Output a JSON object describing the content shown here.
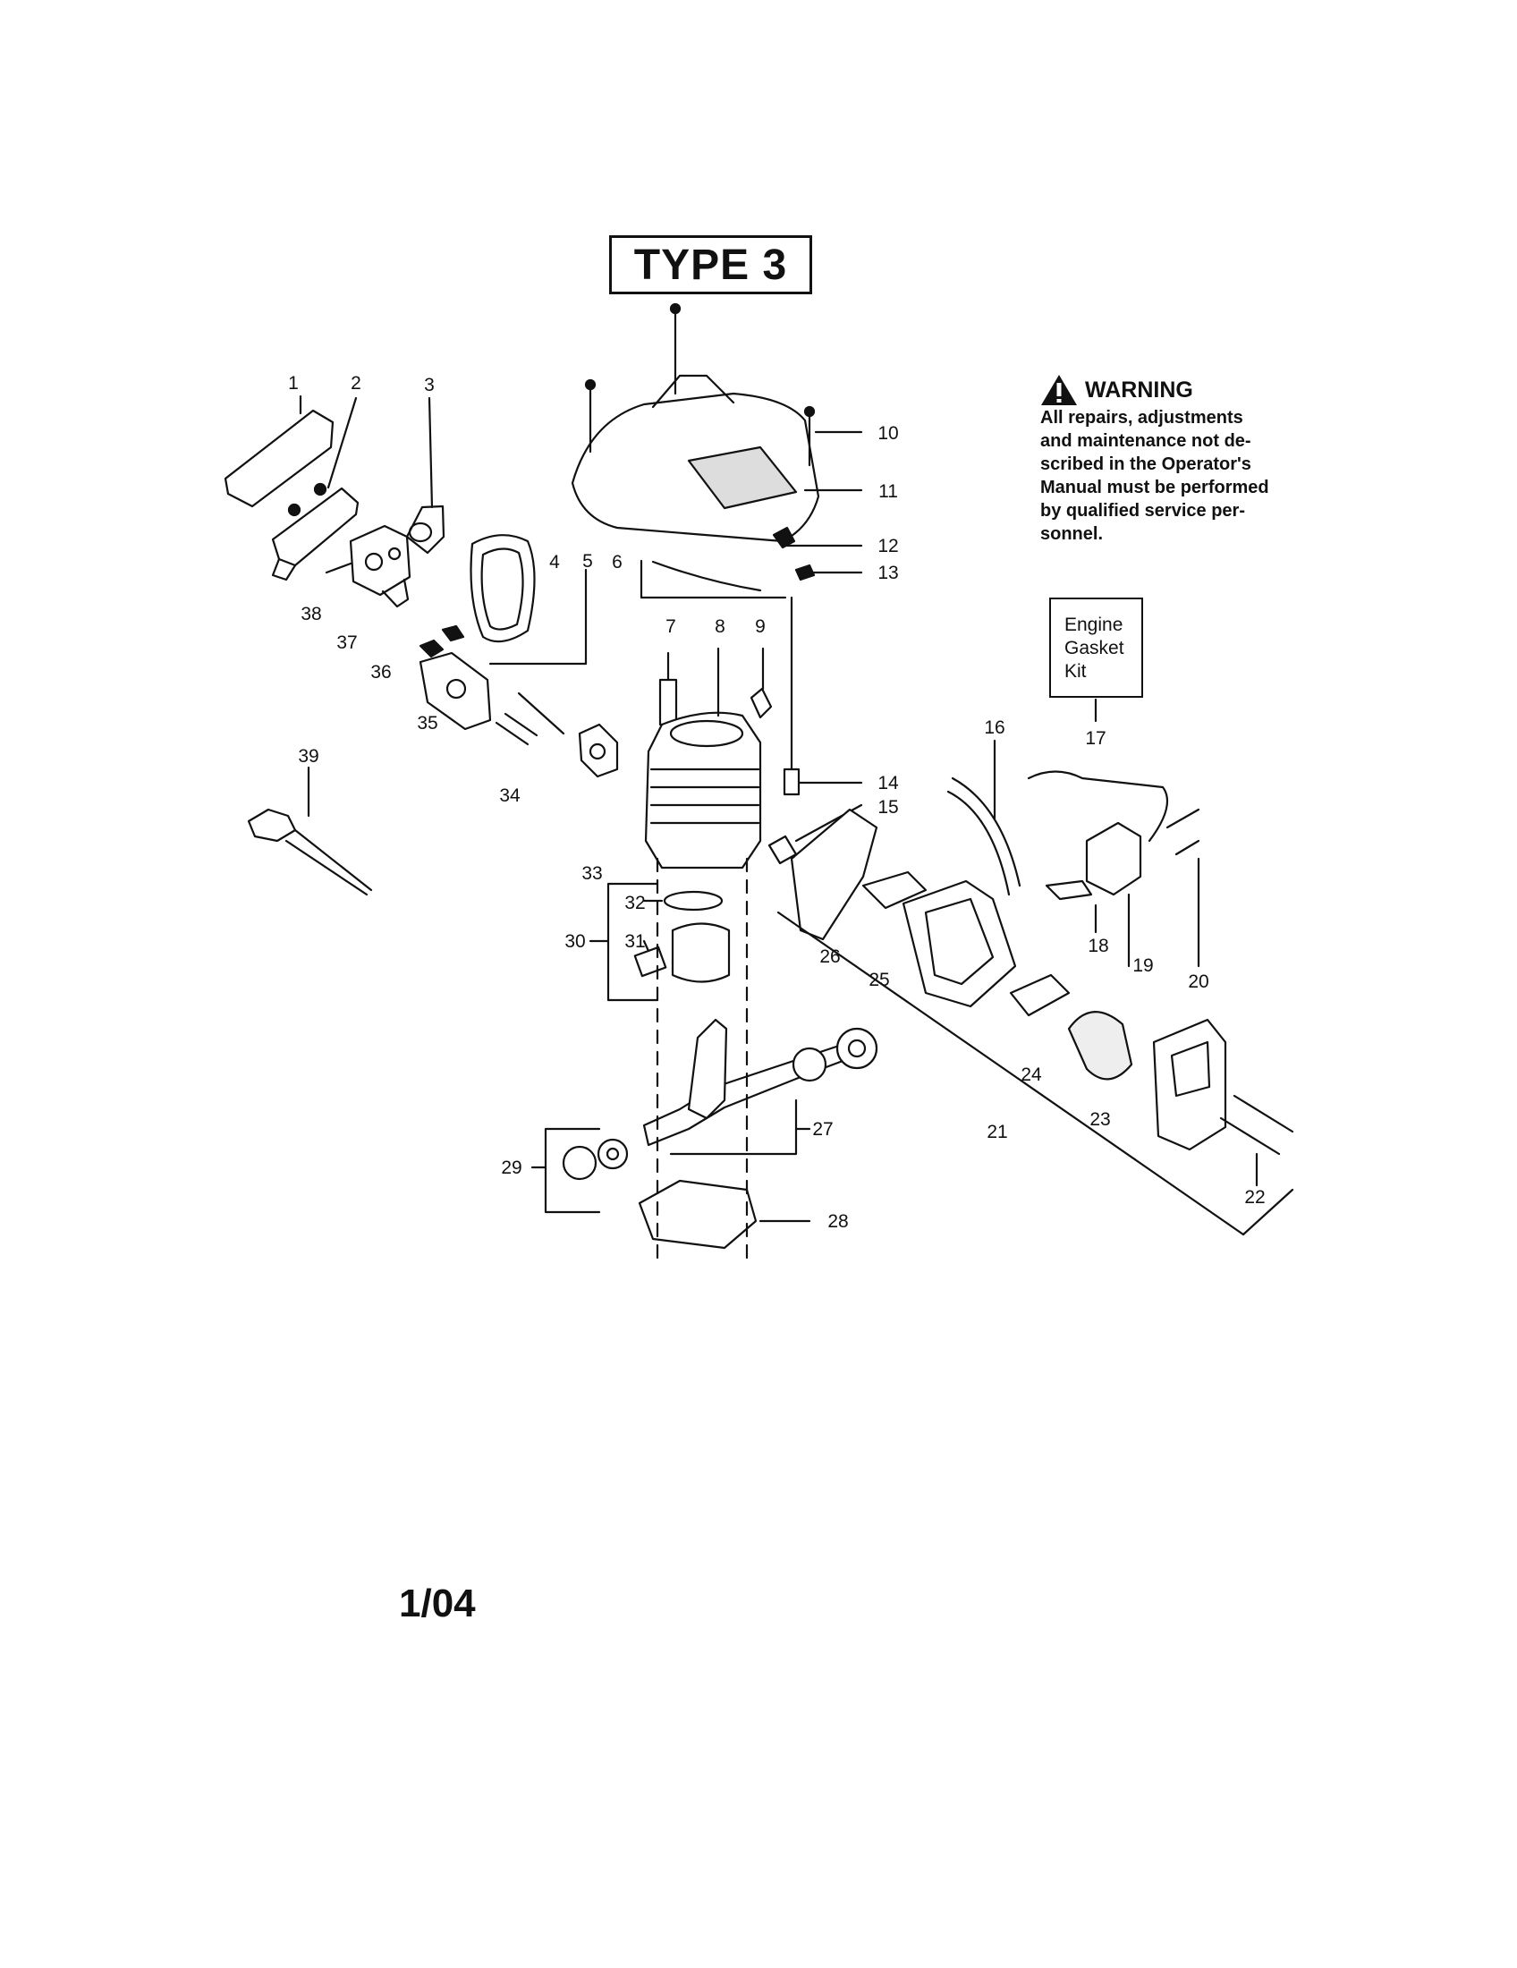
{
  "header": {
    "type_label": "TYPE 3"
  },
  "warning": {
    "title": "WARNING",
    "lines": [
      "All repairs, adjustments",
      "and maintenance not de-",
      "scribed in the Operator's",
      "Manual must be performed",
      "by qualified service per-",
      "sonnel."
    ]
  },
  "kit": {
    "lines": [
      "Engine",
      "Gasket",
      "Kit"
    ]
  },
  "part_numbers": [
    "1",
    "2",
    "3",
    "4",
    "5",
    "6",
    "7",
    "8",
    "9",
    "10",
    "11",
    "12",
    "13",
    "14",
    "15",
    "16",
    "17",
    "18",
    "19",
    "20",
    "21",
    "22",
    "23",
    "24",
    "25",
    "26",
    "27",
    "28",
    "29",
    "30",
    "31",
    "32",
    "33",
    "34",
    "35",
    "36",
    "37",
    "38",
    "39"
  ],
  "footer": {
    "date": "1/04"
  }
}
